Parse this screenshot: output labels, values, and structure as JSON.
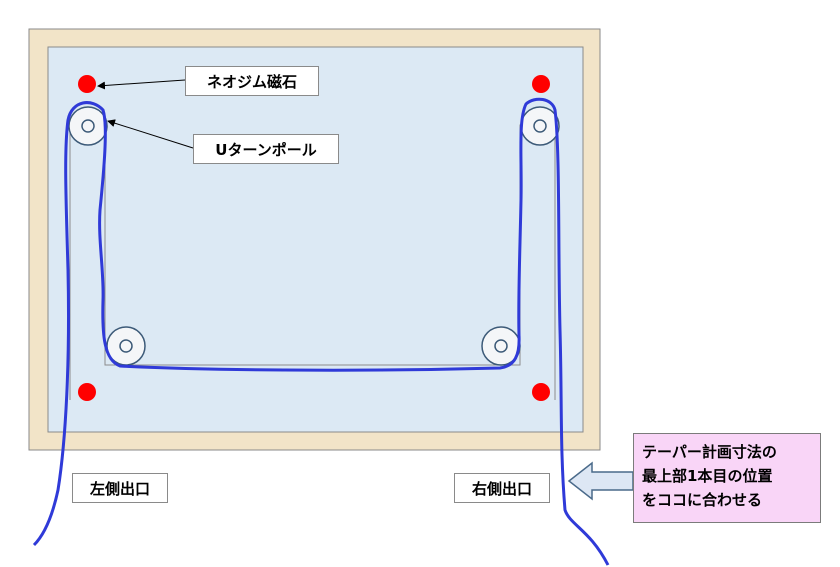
{
  "labels": {
    "magnet": "ネオジム磁石",
    "u_turn_pole": "Uターンポール",
    "left_exit": "左側出口",
    "right_exit": "右側出口"
  },
  "note": {
    "lines": [
      "テーパー計画寸法の",
      "最上部1本目の位置",
      "をココに合わせる"
    ]
  },
  "colors": {
    "frame": "#f2e4c8",
    "board": "#dce9f4",
    "magnet": "#ff0000",
    "cable": "#2f3ad8",
    "note_bg": "#f9d5f7",
    "note_arrow": "#dde7f4"
  }
}
